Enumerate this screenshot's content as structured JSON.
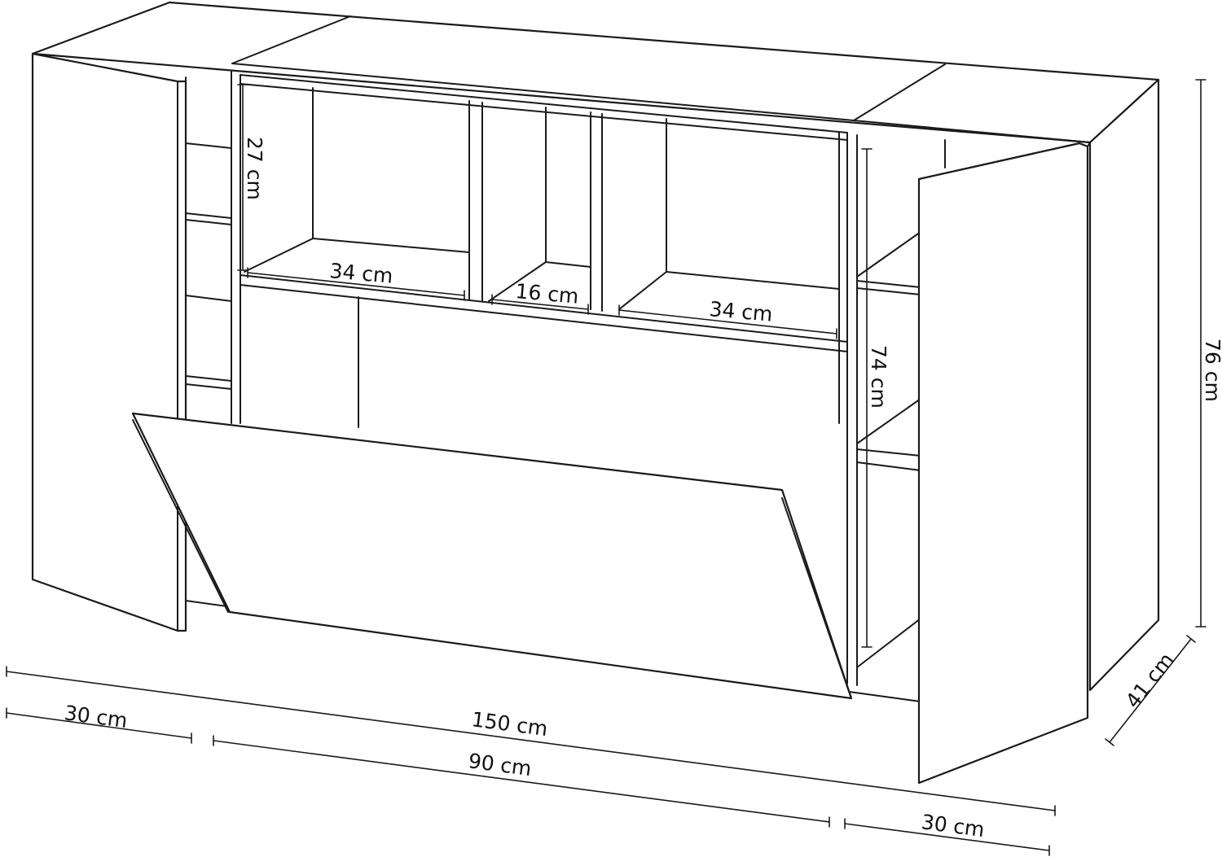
{
  "dimensions": {
    "shelf_height": "27 cm",
    "left_niche_width": "34 cm",
    "center_niche_width": "16 cm",
    "right_niche_width": "34 cm",
    "interior_height": "74 cm",
    "total_height": "76 cm",
    "depth": "41 cm",
    "left_module_width": "30 cm",
    "total_width": "150 cm",
    "center_module_width": "90 cm",
    "right_module_width": "30 cm"
  }
}
